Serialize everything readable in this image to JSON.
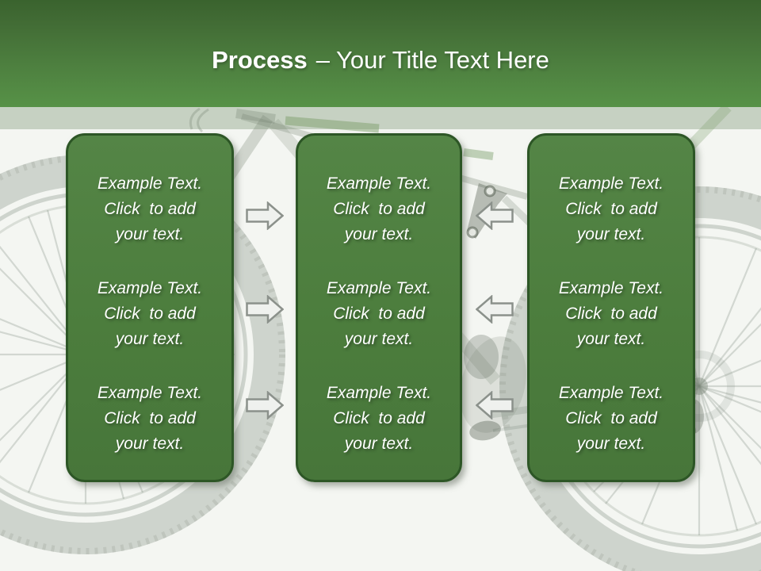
{
  "header": {
    "title_bold": "Process",
    "title_rest": "– Your Title Text Here"
  },
  "columns": [
    {
      "id": "left-column",
      "blocks": [
        {
          "text": "Example Text.\nClick  to add\nyour text."
        },
        {
          "text": "Example Text.\nClick  to add\nyour text."
        },
        {
          "text": "Example Text.\nClick  to add\nyour text."
        }
      ]
    },
    {
      "id": "middle-column",
      "blocks": [
        {
          "text": "Example Text.\nClick  to add\nyour text."
        },
        {
          "text": "Example Text.\nClick  to add\nyour text."
        },
        {
          "text": "Example Text.\nClick  to add\nyour text."
        }
      ]
    },
    {
      "id": "right-column",
      "blocks": [
        {
          "text": "Example Text.\nClick  to add\nyour text."
        },
        {
          "text": "Example Text.\nClick  to add\nyour text."
        },
        {
          "text": "Example Text.\nClick  to add\nyour text."
        }
      ]
    }
  ],
  "arrows": [
    {
      "between": "left-and-middle",
      "row": 1,
      "direction": "right"
    },
    {
      "between": "left-and-middle",
      "row": 2,
      "direction": "right"
    },
    {
      "between": "left-and-middle",
      "row": 3,
      "direction": "right"
    },
    {
      "between": "middle-and-right",
      "row": 1,
      "direction": "left"
    },
    {
      "between": "middle-and-right",
      "row": 2,
      "direction": "left"
    },
    {
      "between": "middle-and-right",
      "row": 3,
      "direction": "left"
    }
  ],
  "background": {
    "description": "faded grayscale mountain-bike photo watermark",
    "base_color": "#f4f6f2",
    "strip_color": "#c6d1c2"
  },
  "colors": {
    "header_gradient_top": "#3a632e",
    "header_gradient_bottom": "#579247",
    "panel_fill": "#4c7d3d",
    "panel_border": "#2d5626",
    "panel_text": "#ffffff",
    "arrow_fill": "#eff1ee",
    "arrow_outline": "#8b918b"
  }
}
